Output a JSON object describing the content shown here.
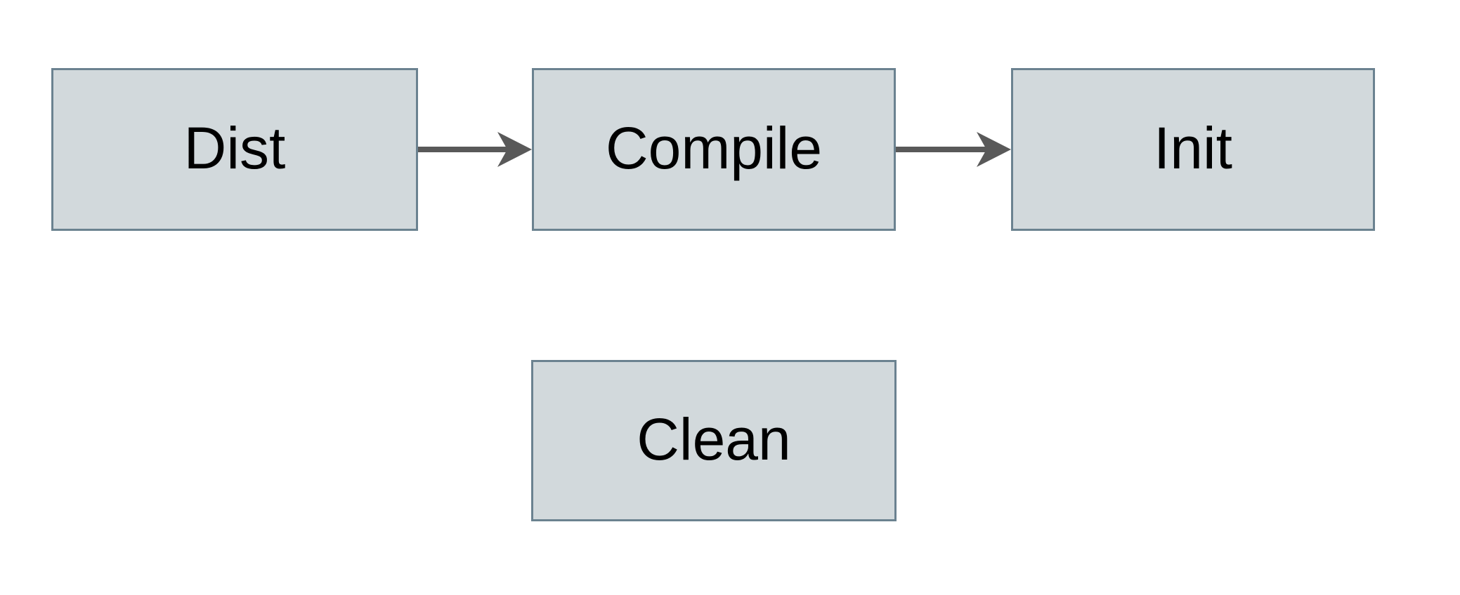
{
  "diagram": {
    "type": "flowchart",
    "colors": {
      "background": "#ffffff",
      "node_fill": "#d2d9dc",
      "node_border": "#6b8290",
      "arrow_color": "#595959",
      "text_color": "#000000"
    },
    "nodes": [
      {
        "id": "dist",
        "label": "Dist"
      },
      {
        "id": "compile",
        "label": "Compile"
      },
      {
        "id": "init",
        "label": "Init"
      },
      {
        "id": "clean",
        "label": "Clean"
      }
    ],
    "edges": [
      {
        "from": "Dist",
        "to": "Compile",
        "style": "arrow-right"
      },
      {
        "from": "Compile",
        "to": "Init",
        "style": "arrow-right"
      }
    ]
  }
}
